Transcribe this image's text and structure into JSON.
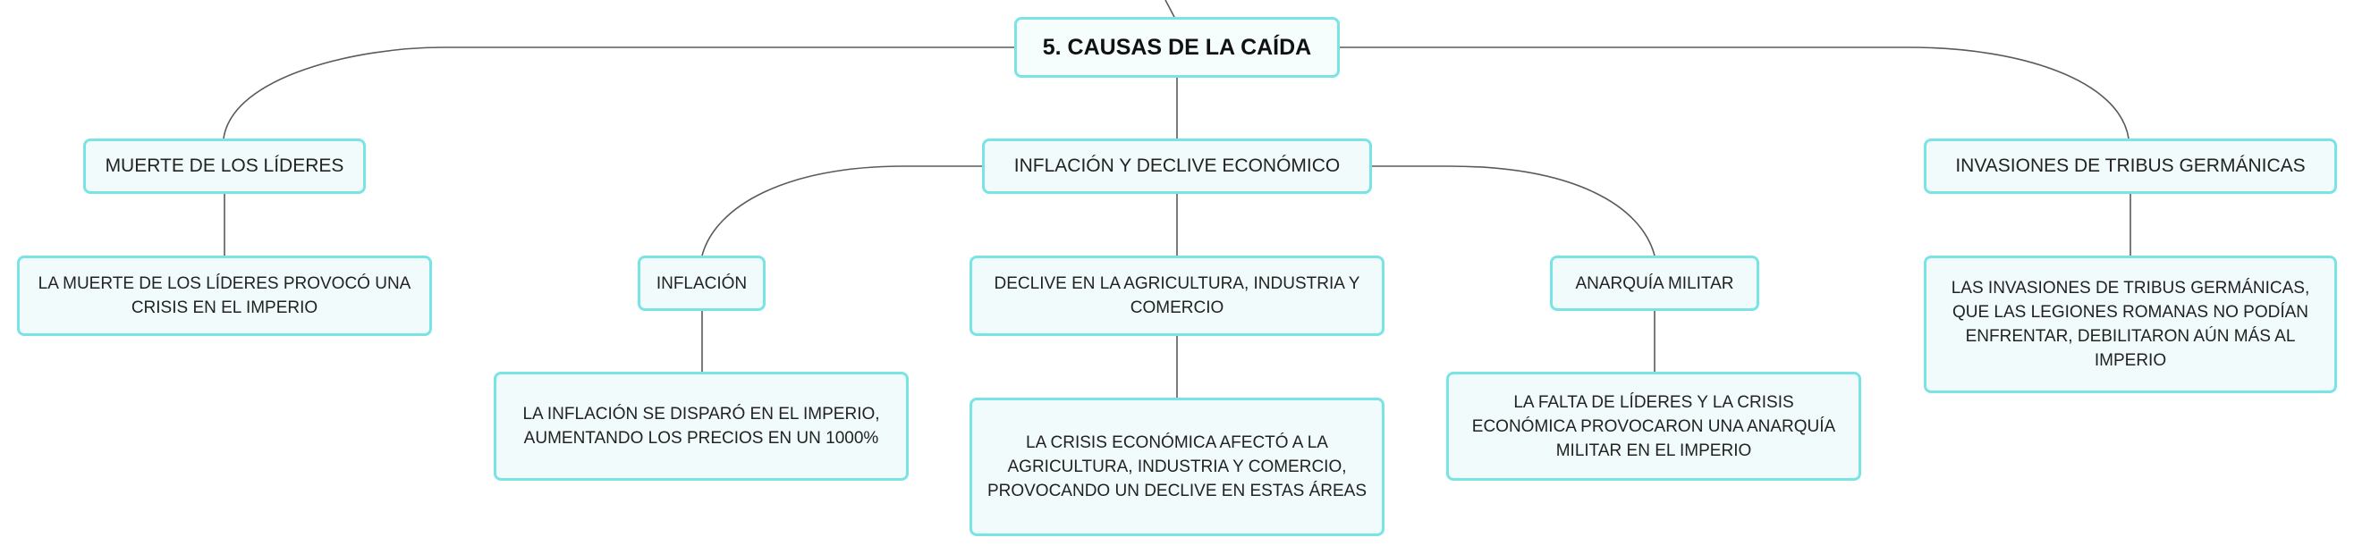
{
  "diagram": {
    "title": "5. CAUSAS DE LA CAÍDA",
    "branches": {
      "leaders": {
        "label": "MUERTE DE LOS LÍDERES",
        "detail": "LA MUERTE DE LOS LÍDERES PROVOCÓ UNA CRISIS EN EL IMPERIO"
      },
      "economy": {
        "label": "INFLACIÓN Y DECLIVE ECONÓMICO",
        "children": {
          "inflation": {
            "label": "INFLACIÓN",
            "detail": "LA INFLACIÓN SE DISPARÓ EN EL IMPERIO, AUMENTANDO LOS PRECIOS EN UN 1000%"
          },
          "decline": {
            "label": "DECLIVE EN LA AGRICULTURA, INDUSTRIA Y COMERCIO",
            "detail": "LA CRISIS ECONÓMICA AFECTÓ A LA AGRICULTURA, INDUSTRIA Y COMERCIO, PROVOCANDO UN DECLIVE EN ESTAS ÁREAS"
          },
          "anarchy": {
            "label": "ANARQUÍA MILITAR",
            "detail": "LA FALTA DE LÍDERES Y LA CRISIS ECONÓMICA PROVOCARON UNA ANARQUÍA MILITAR EN EL IMPERIO"
          }
        }
      },
      "invasions": {
        "label": "INVASIONES DE TRIBUS GERMÁNICAS",
        "detail": "LAS INVASIONES DE TRIBUS GERMÁNICAS, QUE LAS LEGIONES ROMANAS NO PODÍAN ENFRENTAR, DEBILITARON AÚN MÁS AL IMPERIO"
      }
    }
  }
}
